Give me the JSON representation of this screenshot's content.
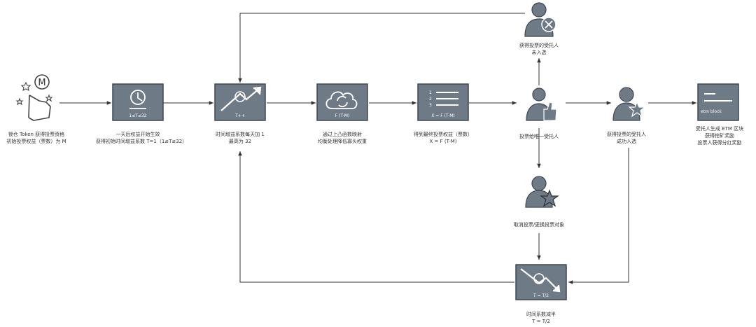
{
  "nodes": {
    "lock": {
      "badge": "M",
      "lines": [
        "锁仓 Token 获得投票资格",
        "初始投票权益（票数）为 M"
      ]
    },
    "start": {
      "box_text": "1≤T≤32",
      "lines": [
        "一天后权益开始生效",
        "获得初始时间增益系数 T=1（1≤T≤32）"
      ]
    },
    "grow": {
      "box_text": "T++",
      "lines": [
        "时间增益系数每天加 1",
        "最高为 32"
      ]
    },
    "func": {
      "box_text": "F (T-M)",
      "lines": [
        "通过上凸函数映射",
        "均衡处理降低寡头权重"
      ]
    },
    "weight": {
      "box_text": "X = F (T-M)",
      "list_numbers": [
        "1",
        "2",
        "3"
      ],
      "lines": [
        "得到最终投票权益（票数）",
        "X = F (T-M)"
      ]
    },
    "vote": {
      "lines": [
        "投票给唯一受托人"
      ]
    },
    "notelected": {
      "lines": [
        "获得投票的受托人",
        "未入选"
      ]
    },
    "elected": {
      "lines": [
        "获得投票的受托人",
        "成功入选"
      ]
    },
    "block": {
      "box_text": "etm block",
      "lines": [
        "受托人生成 ETM 区块",
        "获得挖矿奖励",
        "投票人获得分红奖励"
      ]
    },
    "cancel": {
      "lines": [
        "取消投票/更换投票对象"
      ]
    },
    "halve": {
      "box_text": "T = T/2",
      "lines": [
        "时间系数减半",
        "T = T/2"
      ]
    }
  },
  "colors": {
    "box": "#6f7a87",
    "edge": "#3f4750",
    "arrow": "#333333",
    "glyph": "#ffffff"
  }
}
